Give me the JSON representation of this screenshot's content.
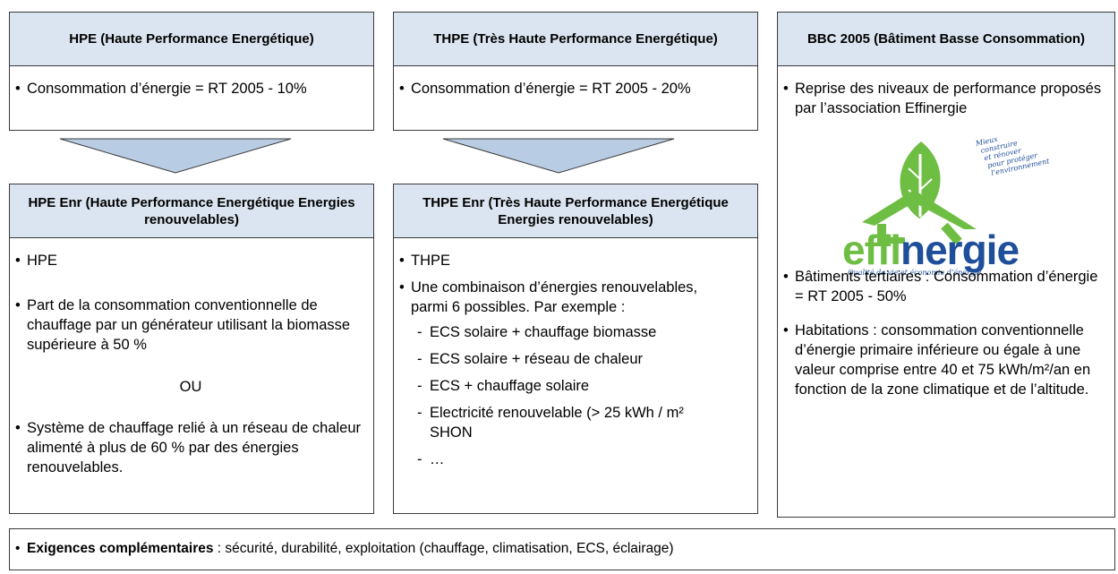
{
  "colors": {
    "header_fill": "#dbe5f1",
    "arrow_fill": "#b8cce4",
    "logo_green": "#6fbe44",
    "logo_blue": "#1f4e9b"
  },
  "hpe": {
    "title": "HPE (Haute Performance Energétique)",
    "bullet": "Consommation d’énergie = RT 2005 - 10%"
  },
  "thpe": {
    "title": "THPE (Très Haute Performance Energétique)",
    "bullet": "Consommation d’énergie = RT 2005 - 20%"
  },
  "bbc": {
    "title": "BBC 2005 (Bâtiment Basse Consommation)",
    "bullet1": "Reprise des niveaux de performance proposés par l’association Effinergie",
    "bullet2": "Bâtiments tertiaires : Consommation d’énergie = RT 2005 - 50%",
    "bullet3": "Habitations : consommation conventionnelle d’énergie primaire inférieure ou égale à une valeur comprise entre 40 et 75 kWh/m²/an en fonction de la zone climatique et de l’altitude."
  },
  "logo": {
    "word_part1": "effi",
    "word_part2": "nergie",
    "tagline": "Qualité de vie et économie d’énergie",
    "side_text": [
      "Mieux",
      "construire",
      "et rénover",
      "pour protéger",
      "l’environnement"
    ]
  },
  "hpe_enr": {
    "title": "HPE Enr (Haute Performance Energétique Energies renouvelables)",
    "bullet1": "HPE",
    "bullet2": "Part de la consommation conventionnelle de chauffage par un générateur utilisant la biomasse supérieure à 50 %",
    "ou": "OU",
    "bullet3": " Système de chauffage relié à un réseau de chaleur alimenté à plus de 60 % par des énergies renouvelables."
  },
  "thpe_enr": {
    "title": "THPE Enr (Très Haute Performance Energétique Energies renouvelables)",
    "bullet1": "THPE",
    "bullet2": "Une combinaison d’énergies renouvelables, parmi 6 possibles. Par exemple  :",
    "subs": [
      "ECS solaire + chauffage biomasse",
      "ECS solaire + réseau de chaleur",
      "ECS + chauffage solaire",
      "Electricité renouvelable (> 25 kWh / m² SHON",
      "…"
    ]
  },
  "footer": {
    "bold": "Exigences complémentaires",
    "rest": " : sécurité, durabilité, exploitation (chauffage, climatisation, ECS, éclairage)"
  }
}
